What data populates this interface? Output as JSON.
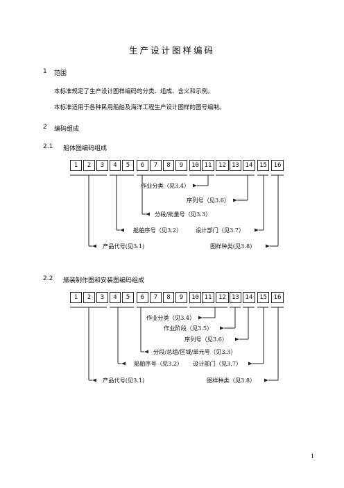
{
  "title": "生产设计图样编码",
  "sections": {
    "s1_num": "1",
    "s1_title": "范围",
    "s1_p1": "本标准规定了生产设计图样编码的分类、组成、含义和示例。",
    "s1_p2": "本标准适用于各种民用船舶及海洋工程生产设计图样的图号编制。",
    "s2_num": "2",
    "s2_title": "编码组成",
    "s21_num": "2.1",
    "s21_title": "船体图编码组成",
    "s22_num": "2.2",
    "s22_title": "舾装制作图和安装图编码组成"
  },
  "diagram1": {
    "boxes": [
      "1",
      "2",
      "3",
      "4",
      "5",
      "6",
      "7",
      "8",
      "9",
      "10",
      "11",
      "12",
      "13",
      "14",
      "15",
      "16"
    ],
    "labels": {
      "work_class": "作业分类（见3.4）",
      "serial": "序列号（见3.6）",
      "segment": "分段/批量号（见3.3）",
      "ship_no": "船舶序号（见3.2）",
      "design_dept": "设计部门（见3.7）",
      "product": "产品代号(见3.1)",
      "drawing_type": "图样种类(见3.8)"
    }
  },
  "diagram2": {
    "boxes": [
      "1",
      "2",
      "3",
      "4",
      "5",
      "6",
      "7",
      "8",
      "9",
      "10",
      "11",
      "12",
      "13",
      "14",
      "15",
      "16"
    ],
    "labels": {
      "work_class": "作业分类（见3.4）",
      "work_stage": "作业阶段（见3.5）",
      "serial": "序列号（见3.6）",
      "segment": "分段/总组/区域/单元号（见3.3）",
      "ship_no": "船舶序号（见3.2）",
      "design_dept": "设计部门（见3.7）",
      "product": "产品代号(见3.1)",
      "drawing_type": "图样种类（见3.8）"
    }
  },
  "page_number": "1"
}
